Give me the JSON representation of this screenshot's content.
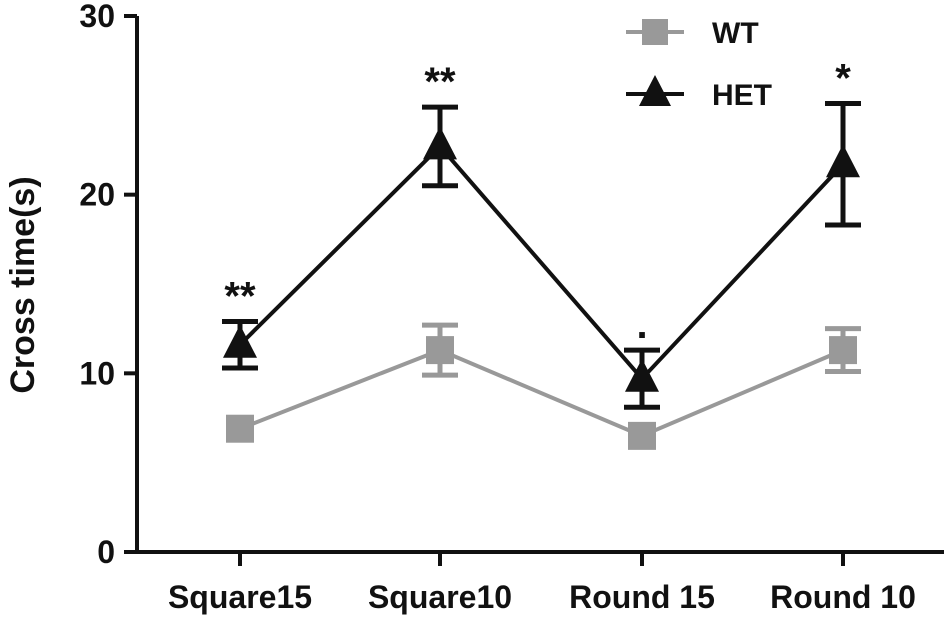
{
  "chart_data": {
    "type": "line",
    "categories": [
      "Square15",
      "Square10",
      "Round 15",
      "Round 10"
    ],
    "ylabel": "Cross time(s)",
    "xlabel": "",
    "ylim": [
      0,
      30
    ],
    "yticks": [
      0,
      10,
      20,
      30
    ],
    "grid": false,
    "legend_position": "top-right",
    "series": [
      {
        "name": "WT",
        "marker": "square",
        "color": "#999999",
        "values": [
          6.9,
          11.3,
          6.5,
          11.3
        ],
        "errors": [
          0,
          1.4,
          0,
          1.2
        ]
      },
      {
        "name": "HET",
        "marker": "triangle",
        "color": "#111111",
        "values": [
          11.6,
          22.7,
          9.7,
          21.7
        ],
        "errors": [
          1.3,
          2.2,
          1.6,
          3.4
        ]
      }
    ],
    "annotations": [
      "**",
      "**",
      ".",
      "*"
    ]
  }
}
